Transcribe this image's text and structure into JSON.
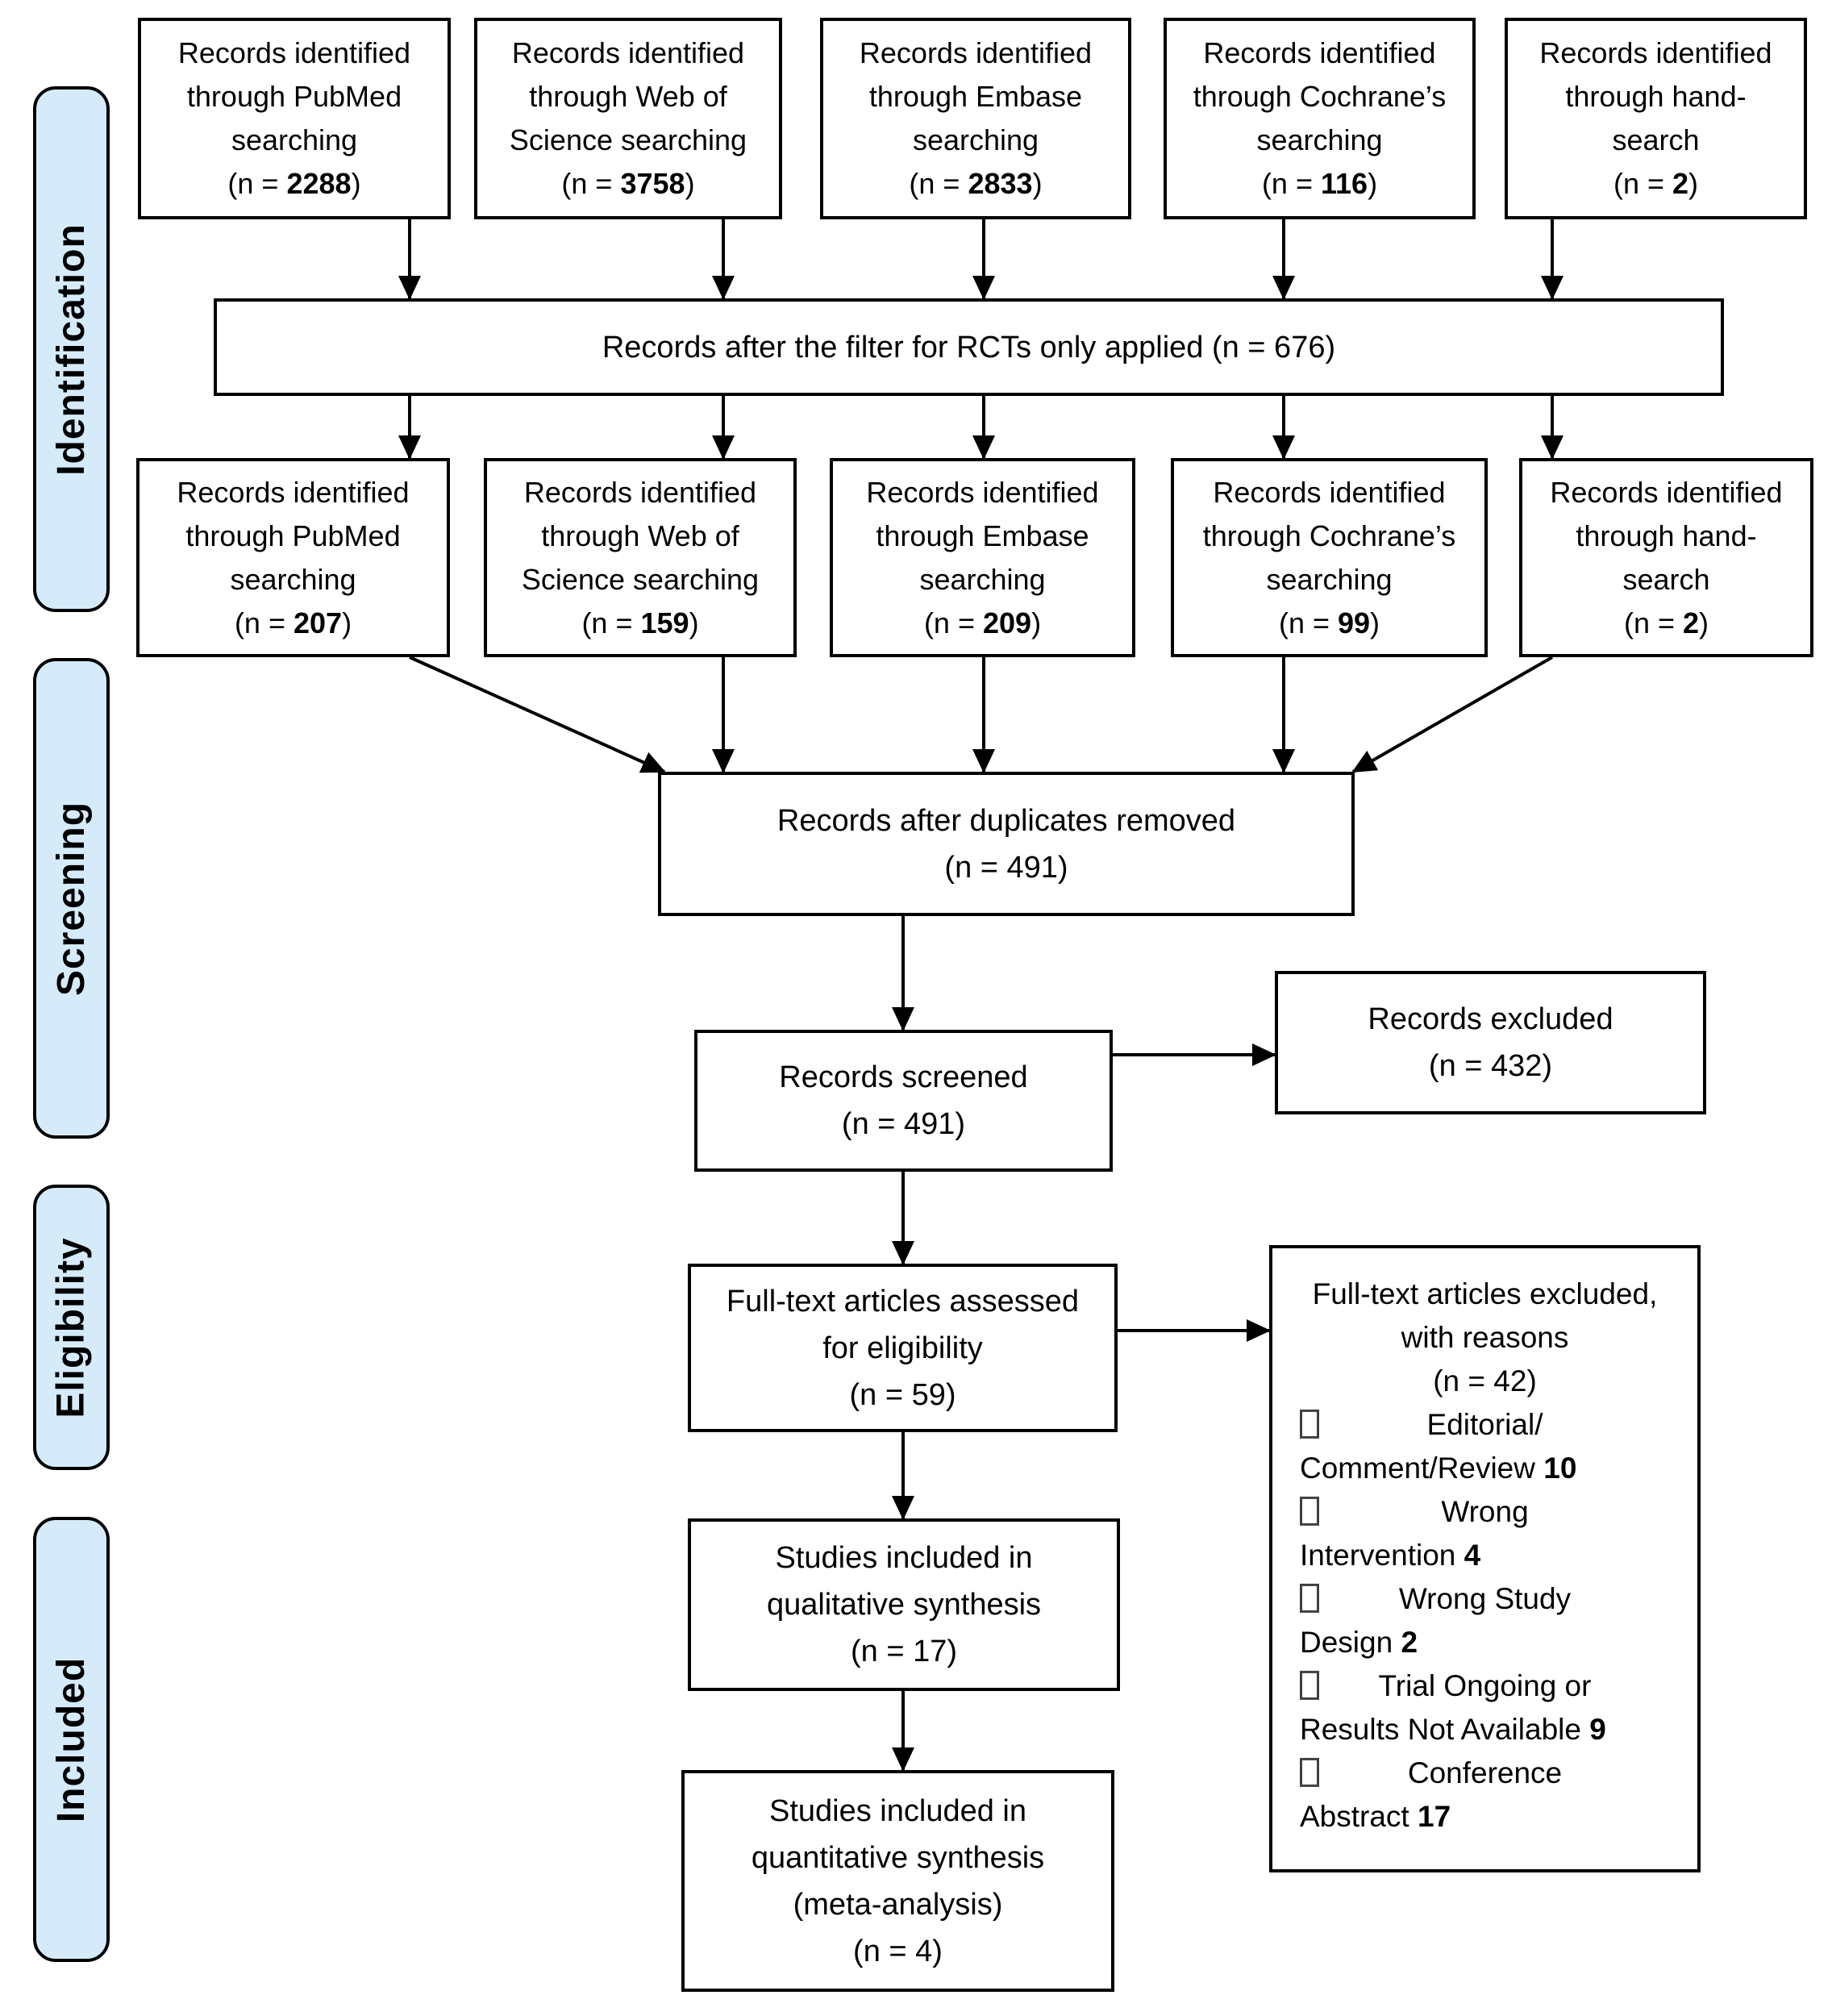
{
  "diagram": {
    "type": "prisma-flow-diagram",
    "colors": {
      "stage_fill": "#d6ebfa",
      "box_fill": "#ffffff",
      "line_color": "#000000"
    },
    "stages": [
      {
        "label": "Identification"
      },
      {
        "label": "Screening"
      },
      {
        "label": "Eligibility"
      },
      {
        "label": "Included"
      }
    ],
    "boxes": [
      {
        "name": "records-identified-pubmed",
        "lines": [
          {
            "s": [
              {
                "t": "Records identified"
              }
            ]
          },
          {
            "s": [
              {
                "t": "through PubMed"
              }
            ]
          },
          {
            "s": [
              {
                "t": "searching"
              }
            ]
          },
          {
            "s": [
              {
                "t": "(n = "
              },
              {
                "t": "2288",
                "b": true
              },
              {
                "t": ")"
              }
            ]
          }
        ]
      },
      {
        "name": "records-identified-web-of-science",
        "lines": [
          {
            "s": [
              {
                "t": "Records identified"
              }
            ]
          },
          {
            "s": [
              {
                "t": "through Web of"
              }
            ]
          },
          {
            "s": [
              {
                "t": "Science searching"
              }
            ]
          },
          {
            "s": [
              {
                "t": "(n = "
              },
              {
                "t": "3758",
                "b": true
              },
              {
                "t": ")"
              }
            ]
          }
        ]
      },
      {
        "name": "records-identified-embase",
        "lines": [
          {
            "s": [
              {
                "t": "Records identified"
              }
            ]
          },
          {
            "s": [
              {
                "t": "through Embase"
              }
            ]
          },
          {
            "s": [
              {
                "t": "searching"
              }
            ]
          },
          {
            "s": [
              {
                "t": "(n = "
              },
              {
                "t": "2833",
                "b": true
              },
              {
                "t": ")"
              }
            ]
          }
        ]
      },
      {
        "name": "records-identified-cochrane",
        "lines": [
          {
            "s": [
              {
                "t": "Records identified"
              }
            ]
          },
          {
            "s": [
              {
                "t": "through Cochrane’s"
              }
            ]
          },
          {
            "s": [
              {
                "t": "searching"
              }
            ]
          },
          {
            "s": [
              {
                "t": "(n = "
              },
              {
                "t": "116",
                "b": true
              },
              {
                "t": ")"
              }
            ]
          }
        ]
      },
      {
        "name": "records-identified-hand-search",
        "lines": [
          {
            "s": [
              {
                "t": "Records identified"
              }
            ]
          },
          {
            "s": [
              {
                "t": "through hand-"
              }
            ]
          },
          {
            "s": [
              {
                "t": "search"
              }
            ]
          },
          {
            "s": [
              {
                "t": "(n = "
              },
              {
                "t": "2",
                "b": true
              },
              {
                "t": ")"
              }
            ]
          }
        ]
      },
      {
        "name": "records-after-rct-filter",
        "lines": [
          {
            "s": [
              {
                "t": "Records after the filter for RCTs only applied (n = 676)"
              }
            ]
          }
        ]
      },
      {
        "name": "filtered-records-pubmed",
        "lines": [
          {
            "s": [
              {
                "t": "Records identified"
              }
            ]
          },
          {
            "s": [
              {
                "t": "through PubMed"
              }
            ]
          },
          {
            "s": [
              {
                "t": "searching"
              }
            ]
          },
          {
            "s": [
              {
                "t": "(n = "
              },
              {
                "t": "207",
                "b": true
              },
              {
                "t": ")"
              }
            ]
          }
        ]
      },
      {
        "name": "filtered-records-web-of-science",
        "lines": [
          {
            "s": [
              {
                "t": "Records identified"
              }
            ]
          },
          {
            "s": [
              {
                "t": "through Web of"
              }
            ]
          },
          {
            "s": [
              {
                "t": "Science searching"
              }
            ]
          },
          {
            "s": [
              {
                "t": "(n = "
              },
              {
                "t": "159",
                "b": true
              },
              {
                "t": ")"
              }
            ]
          }
        ]
      },
      {
        "name": "filtered-records-embase",
        "lines": [
          {
            "s": [
              {
                "t": "Records identified"
              }
            ]
          },
          {
            "s": [
              {
                "t": "through Embase"
              }
            ]
          },
          {
            "s": [
              {
                "t": "searching"
              }
            ]
          },
          {
            "s": [
              {
                "t": "(n = "
              },
              {
                "t": "209",
                "b": true
              },
              {
                "t": ")"
              }
            ]
          }
        ]
      },
      {
        "name": "filtered-records-cochrane",
        "lines": [
          {
            "s": [
              {
                "t": "Records identified"
              }
            ]
          },
          {
            "s": [
              {
                "t": "through Cochrane’s"
              }
            ]
          },
          {
            "s": [
              {
                "t": "searching"
              }
            ]
          },
          {
            "s": [
              {
                "t": "(n = "
              },
              {
                "t": "99",
                "b": true
              },
              {
                "t": ")"
              }
            ]
          }
        ]
      },
      {
        "name": "filtered-records-hand-search",
        "lines": [
          {
            "s": [
              {
                "t": "Records identified"
              }
            ]
          },
          {
            "s": [
              {
                "t": "through hand-"
              }
            ]
          },
          {
            "s": [
              {
                "t": "search"
              }
            ]
          },
          {
            "s": [
              {
                "t": "(n = "
              },
              {
                "t": "2",
                "b": true
              },
              {
                "t": ")"
              }
            ]
          }
        ]
      },
      {
        "name": "records-after-duplicates-removed",
        "lines": [
          {
            "s": [
              {
                "t": "Records after duplicates removed"
              }
            ]
          },
          {
            "s": [
              {
                "t": "(n = 491)"
              }
            ]
          }
        ]
      },
      {
        "name": "records-screened",
        "lines": [
          {
            "s": [
              {
                "t": "Records screened"
              }
            ]
          },
          {
            "s": [
              {
                "t": "(n = 491)"
              }
            ]
          }
        ]
      },
      {
        "name": "records-excluded",
        "lines": [
          {
            "s": [
              {
                "t": "Records excluded"
              }
            ]
          },
          {
            "s": [
              {
                "t": "(n = 432)"
              }
            ]
          }
        ]
      },
      {
        "name": "full-text-articles-assessed",
        "lines": [
          {
            "s": [
              {
                "t": "Full-text articles assessed"
              }
            ]
          },
          {
            "s": [
              {
                "t": "for eligibility"
              }
            ]
          },
          {
            "s": [
              {
                "t": "(n = 59)"
              }
            ]
          }
        ]
      },
      {
        "name": "full-text-articles-excluded-with-reasons",
        "lines": [
          {
            "s": [
              {
                "t": "Full-text articles excluded,"
              }
            ]
          },
          {
            "s": [
              {
                "t": "with reasons"
              }
            ]
          },
          {
            "s": [
              {
                "t": "(n = 42)"
              }
            ]
          },
          {
            "a": "s",
            "s": [
              {
                "sq": true
              },
              {
                "t": "Editorial/"
              }
            ]
          },
          {
            "a": "l",
            "s": [
              {
                "t": "Comment/Review "
              },
              {
                "t": "10",
                "b": true
              }
            ]
          },
          {
            "a": "s",
            "s": [
              {
                "sq": true
              },
              {
                "t": "Wrong"
              }
            ]
          },
          {
            "a": "l",
            "s": [
              {
                "t": "Intervention "
              },
              {
                "t": "4",
                "b": true
              }
            ]
          },
          {
            "a": "s",
            "s": [
              {
                "sq": true
              },
              {
                "t": "Wrong Study"
              }
            ]
          },
          {
            "a": "l",
            "s": [
              {
                "t": "Design "
              },
              {
                "t": "2",
                "b": true
              }
            ]
          },
          {
            "a": "s",
            "s": [
              {
                "sq": true
              },
              {
                "t": "Trial Ongoing or"
              }
            ]
          },
          {
            "a": "l",
            "s": [
              {
                "t": "Results Not Available "
              },
              {
                "t": "9",
                "b": true
              }
            ]
          },
          {
            "a": "s",
            "s": [
              {
                "sq": true
              },
              {
                "t": "Conference"
              }
            ]
          },
          {
            "a": "l",
            "s": [
              {
                "t": "Abstract "
              },
              {
                "t": "17",
                "b": true
              }
            ]
          }
        ]
      },
      {
        "name": "studies-included-qualitative-synthesis",
        "lines": [
          {
            "s": [
              {
                "t": "Studies included in"
              }
            ]
          },
          {
            "s": [
              {
                "t": "qualitative synthesis"
              }
            ]
          },
          {
            "s": [
              {
                "t": "(n = 17)"
              }
            ]
          }
        ]
      },
      {
        "name": "studies-included-quantitative-synthesis",
        "lines": [
          {
            "s": [
              {
                "t": "Studies included in"
              }
            ]
          },
          {
            "s": [
              {
                "t": "quantitative synthesis"
              }
            ]
          },
          {
            "s": [
              {
                "t": "(meta-analysis)"
              }
            ]
          },
          {
            "s": [
              {
                "t": "(n = 4)"
              }
            ]
          }
        ]
      }
    ]
  }
}
